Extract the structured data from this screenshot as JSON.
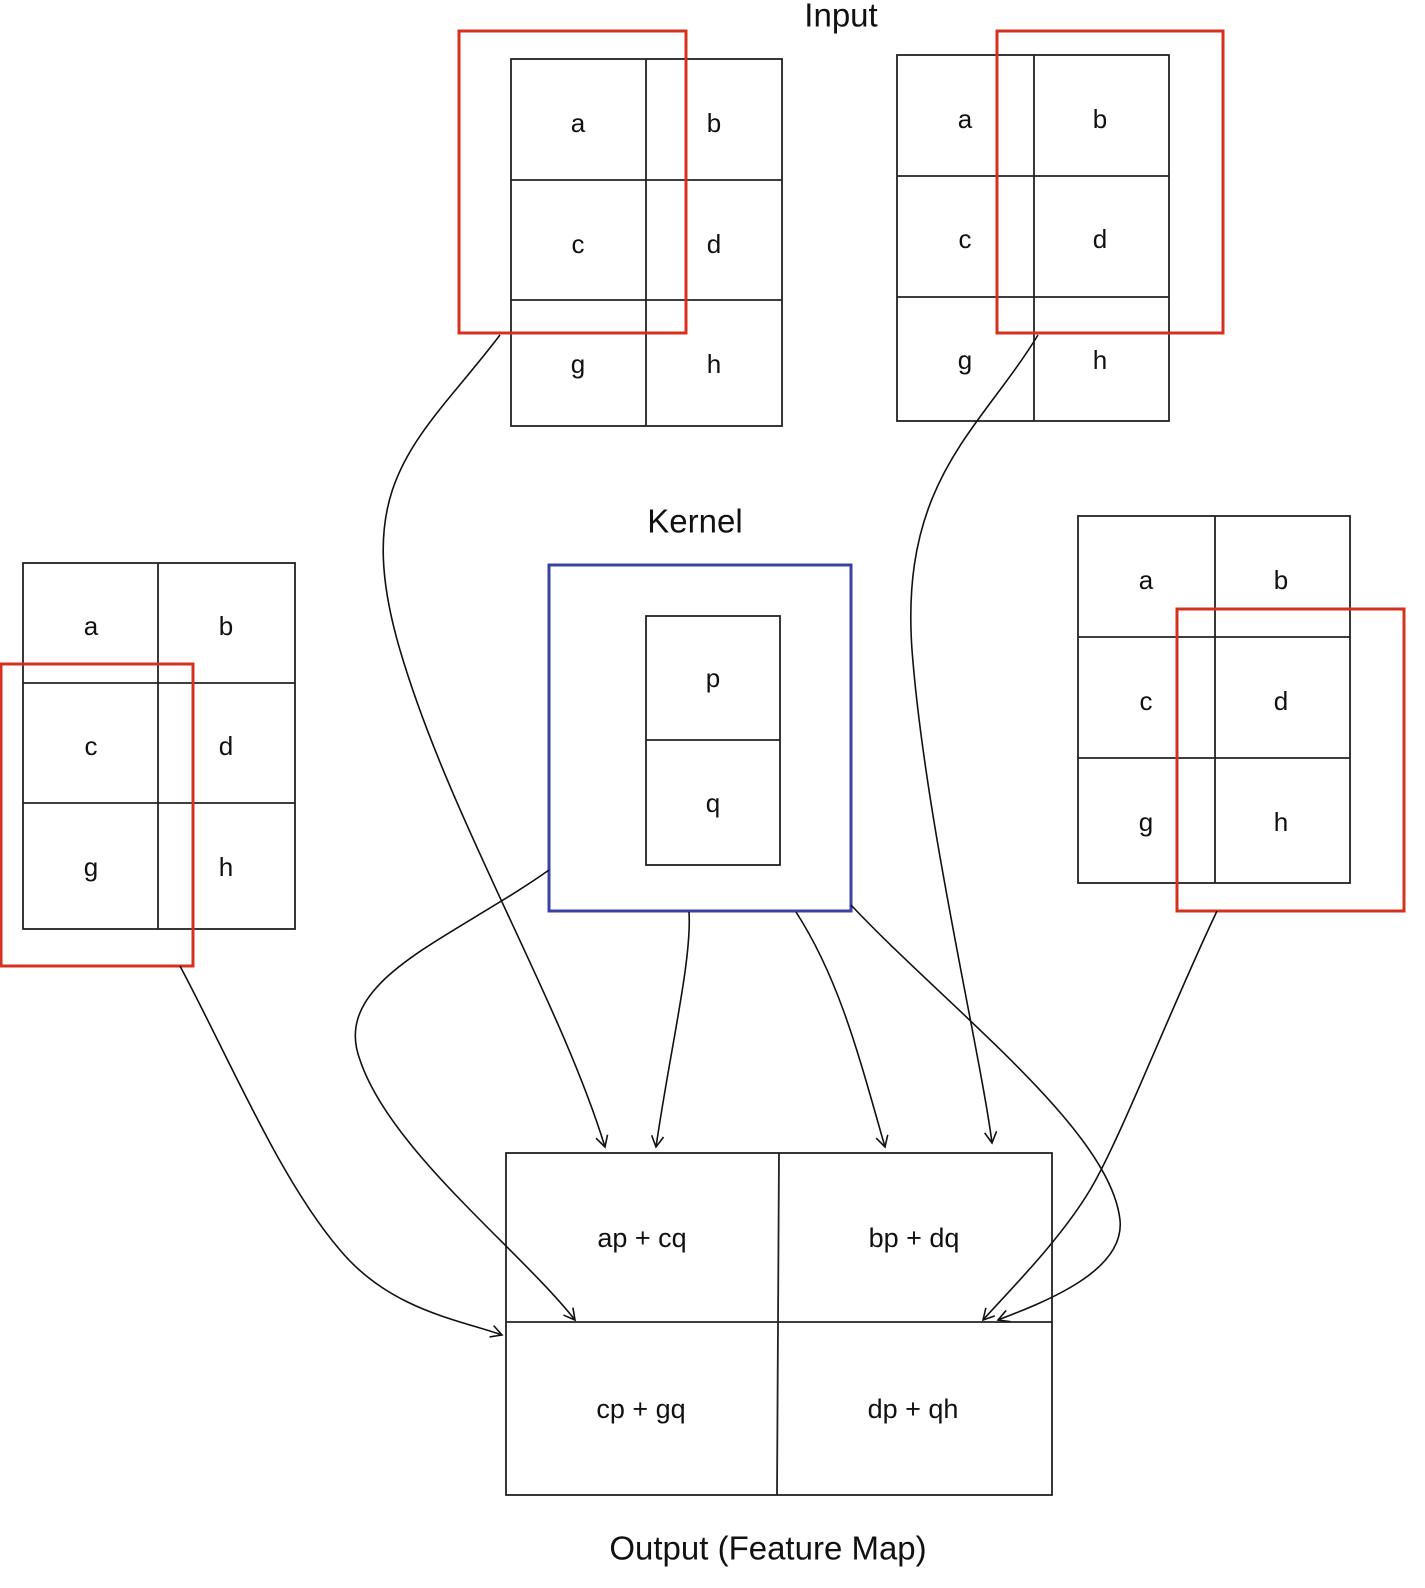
{
  "labels": {
    "input": "Input",
    "kernel": "Kernel",
    "output": "Output (Feature Map)"
  },
  "input_matrix": [
    "a",
    "b",
    "c",
    "d",
    "g",
    "h"
  ],
  "kernel": [
    "p",
    "q"
  ],
  "output": [
    "ap + cq",
    "bp + dq",
    "cp + gq",
    "dp + qh"
  ],
  "colors": {
    "window": "#d7301f",
    "kernel_box": "#3a43a3"
  }
}
